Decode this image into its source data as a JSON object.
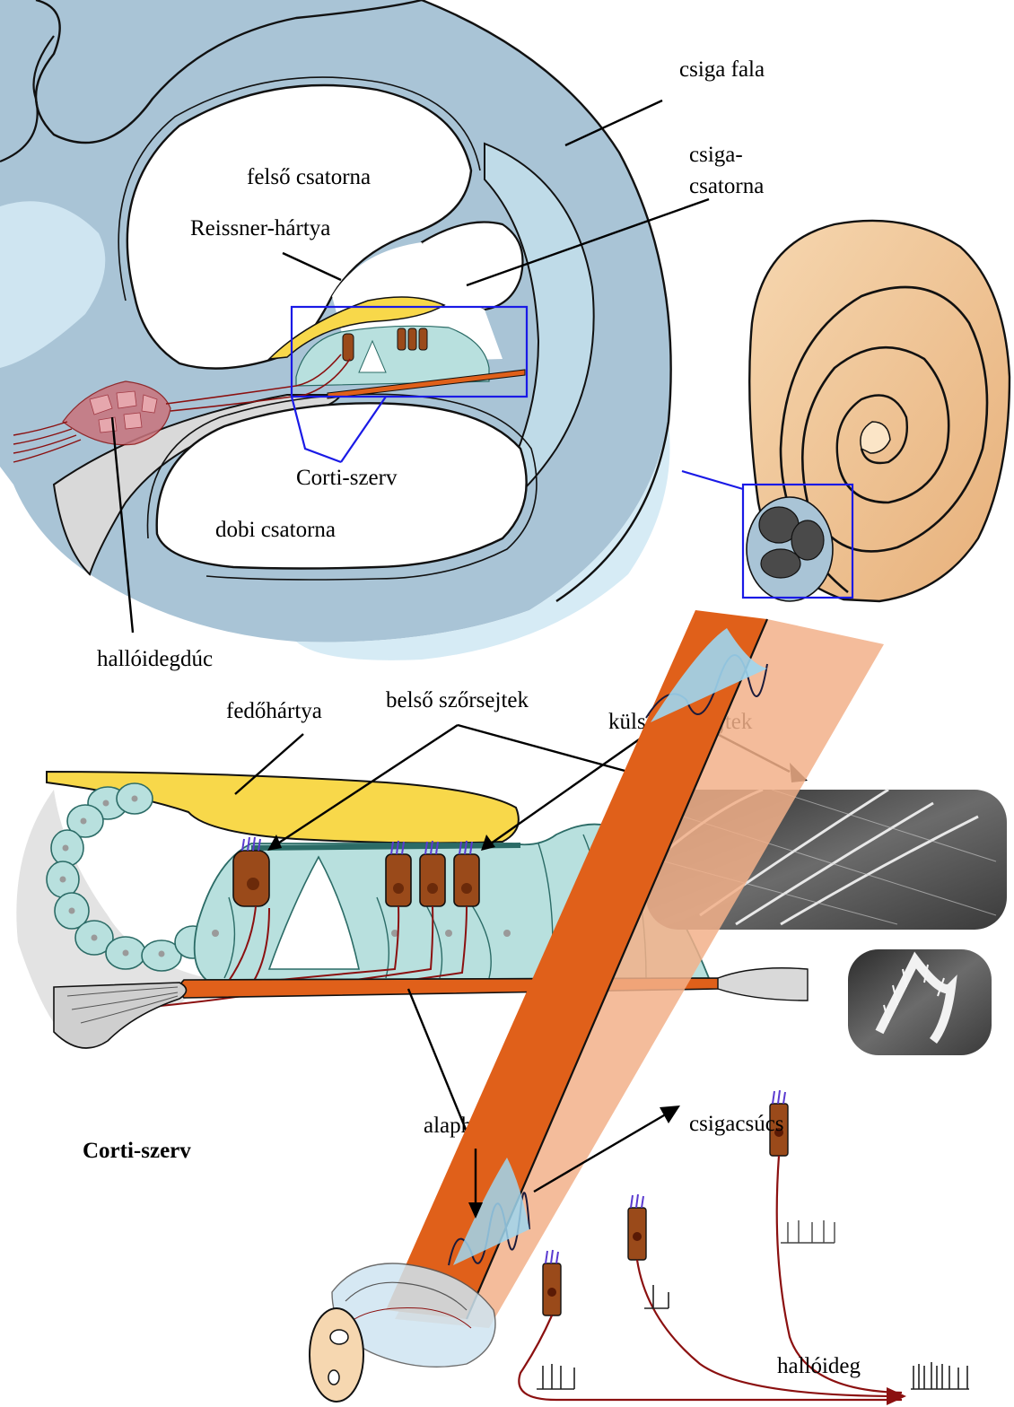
{
  "labels": {
    "csiga_fala": "csiga fala",
    "csiga_csatorna_1": "csiga-",
    "csiga_csatorna_2": "csatorna",
    "felso_csatorna": "felső csatorna",
    "reissner": "Reissner-hártya",
    "corti_top": "Corti-szerv",
    "dobi_csatorna": "dobi csatorna",
    "halloidegduc": "hallóidegdúc",
    "fedohartya": "fedőhártya",
    "belso_szorsejtek": "belső szőrsejtek",
    "kulso_szorsejtek": "külső szőrsejtek",
    "corti_bold": "Corti-szerv",
    "alaphartya": "alaphártya",
    "csigacsucs": "csigacsúcs",
    "halloideg": "hallóideg"
  },
  "colors": {
    "wall_blue": "#a9c4d6",
    "light_blue": "#cde6f3",
    "tectorial_yellow": "#f8d84a",
    "basilar_orange": "#e0601a",
    "hair_cell_brown": "#9a4a1a",
    "support_cell_teal": "#b8e0de",
    "nerve_red": "#8b1010",
    "ganglion_pink": "#c9737c",
    "shell_tan": "#f2c592",
    "highlight_blue": "#1a1ae6"
  }
}
